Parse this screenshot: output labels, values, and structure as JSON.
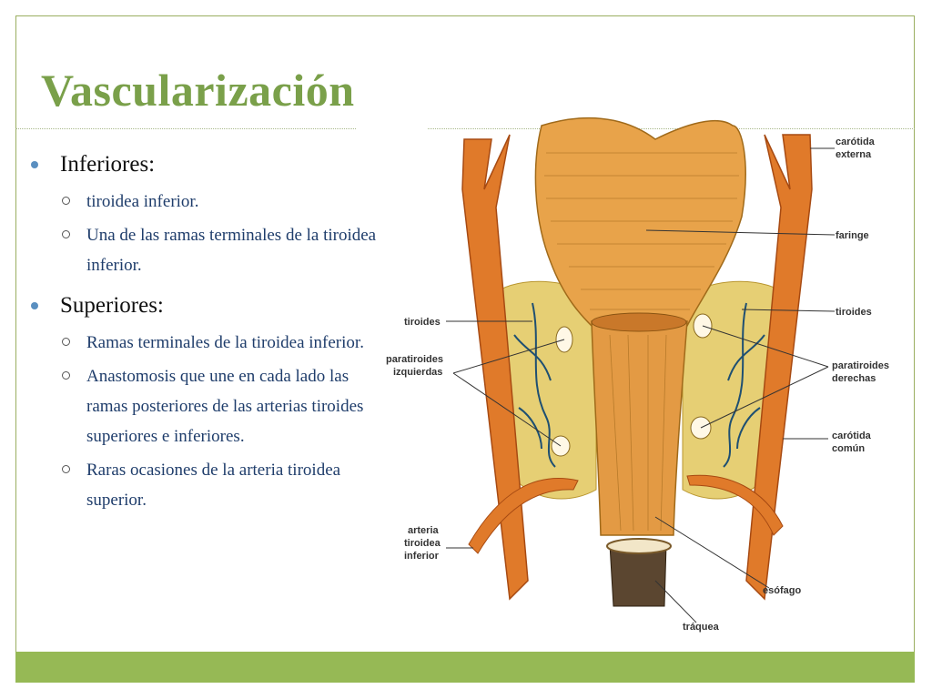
{
  "slide": {
    "title": "Vascularización",
    "sections": [
      {
        "label": "Inferiores:",
        "items": [
          "tiroidea inferior.",
          "Una de las ramas terminales de la tiroidea inferior."
        ]
      },
      {
        "label": "Superiores:",
        "items": [
          "Ramas terminales de la tiroidea inferior.",
          "Anastomosis que une en cada lado las ramas posteriores de las arterias tiroides superiores e inferiores.",
          "Raras ocasiones de la arteria tiroidea superior."
        ]
      }
    ]
  },
  "figure": {
    "labels": {
      "carotida_externa": [
        "carótida",
        "externa"
      ],
      "faringe": "faringe",
      "tiroides_left": "tiroides",
      "tiroides_right": "tiroides",
      "paratiroides_izq": [
        "paratiroides",
        "izquierdas"
      ],
      "paratiroides_der": [
        "paratiroides",
        "derechas"
      ],
      "carotida_comun": [
        "carótida",
        "común"
      ],
      "arteria_tiroidea_inferior": [
        "arteria",
        "tiroidea",
        "inferior"
      ],
      "esofago": "esófago",
      "traquea": "tráquea"
    }
  },
  "theme": {
    "title_color": "#7aa04a",
    "bar_color": "#96b955",
    "subitem_color": "#1f3d6b",
    "bullet_color": "#5a8fc0"
  }
}
